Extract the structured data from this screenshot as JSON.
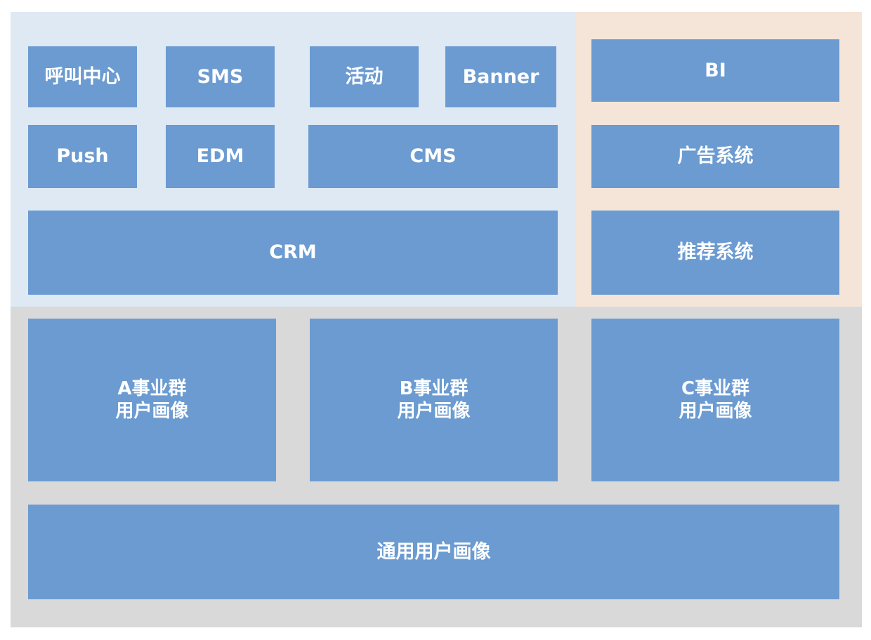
{
  "panels": {
    "apps": {
      "call_center": "呼叫中心",
      "sms": "SMS",
      "activity": "活动",
      "banner": "Banner",
      "push": "Push",
      "edm": "EDM",
      "cms": "CMS",
      "crm": "CRM"
    },
    "analytics": {
      "bi": "BI",
      "ad_system": "广告系统",
      "recommend_system": "推荐系统"
    },
    "profile": {
      "group_a": {
        "line1": "A事业群",
        "line2": "用户画像"
      },
      "group_b": {
        "line1": "B事业群",
        "line2": "用户画像"
      },
      "group_c": {
        "line1": "C事业群",
        "line2": "用户画像"
      },
      "general": "通用用户画像"
    }
  },
  "colors": {
    "box": "#6b9bd1",
    "apps_panel": "#dfe9f3",
    "analytics_panel": "#f5e5d8",
    "profile_panel": "#d9d9d9",
    "text": "#ffffff"
  }
}
